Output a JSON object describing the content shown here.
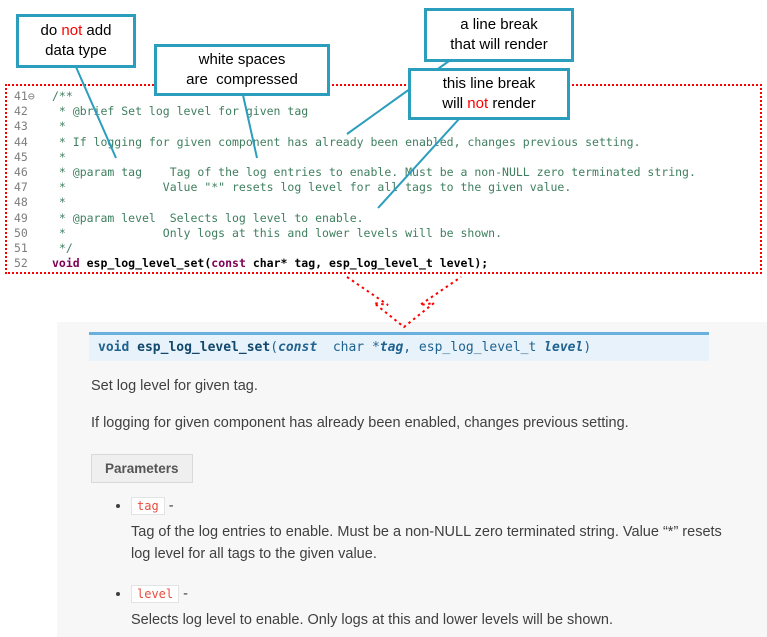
{
  "callouts": {
    "box1": {
      "l1a": "do ",
      "l1em": "not",
      "l1b": " add",
      "l2": "data type"
    },
    "box2": {
      "l1": "white spaces",
      "l2": "are  compressed"
    },
    "box3": {
      "l1": "a line break",
      "l2": "that will render"
    },
    "box4": {
      "l1": "this line break",
      "l2a": "will ",
      "l2em": "not",
      "l2b": " render"
    }
  },
  "code": {
    "lines": [
      {
        "num": "41⊖",
        "text": "/**"
      },
      {
        "num": "42",
        "text": " * @brief Set log level for given tag"
      },
      {
        "num": "43",
        "text": " *"
      },
      {
        "num": "44",
        "text": " * If logging for given component has already been enabled, changes previous setting."
      },
      {
        "num": "45",
        "text": " *"
      },
      {
        "num": "46",
        "text": " * @param tag    Tag of the log entries to enable. Must be a non-NULL zero terminated string."
      },
      {
        "num": "47",
        "text": " *              Value \"*\" resets log level for all tags to the given value."
      },
      {
        "num": "48",
        "text": " *"
      },
      {
        "num": "49",
        "text": " * @param level  Selects log level to enable."
      },
      {
        "num": "50",
        "text": " *              Only logs at this and lower levels will be shown."
      },
      {
        "num": "51",
        "text": " */"
      }
    ],
    "sig": {
      "num": "52",
      "kw1": "void ",
      "name": "esp_log_level_set",
      "open": "(",
      "kw2": "const",
      "rest": " char* tag, esp_log_level_t level);"
    }
  },
  "docs": {
    "signature": {
      "ret": "void ",
      "name": "esp_log_level_set",
      "p1": "(",
      "const_kw": "const",
      "p2": "  char *",
      "arg1": "tag",
      "p3": ", esp_log_level_t ",
      "arg2": "level",
      "p4": ")"
    },
    "p1": "Set log level for given tag.",
    "p2": "If logging for given component has already been enabled, changes previous setting.",
    "params_label": "Parameters",
    "params": [
      {
        "name": "tag",
        "dash": "-",
        "desc": "Tag of the log entries to enable. Must be a non-NULL zero terminated string. Value “*” resets log level for all tags to the given value."
      },
      {
        "name": "level",
        "dash": "-",
        "desc": "Selects log level to enable. Only logs at this and lower levels will be shown."
      }
    ]
  },
  "colors": {
    "callout_border": "#2b9dbd",
    "connector_teal": "#2b9dbd",
    "code_border_red": "#ff0000",
    "highlight_red": "#ff0000",
    "comment_green": "#3f7f5f",
    "keyword_purple": "#7f0055",
    "signature_bg": "#e7f2fa",
    "signature_border": "#6ab0de",
    "param_name_red": "#e74c3c",
    "docs_panel_bg": "#f7f7f7"
  }
}
